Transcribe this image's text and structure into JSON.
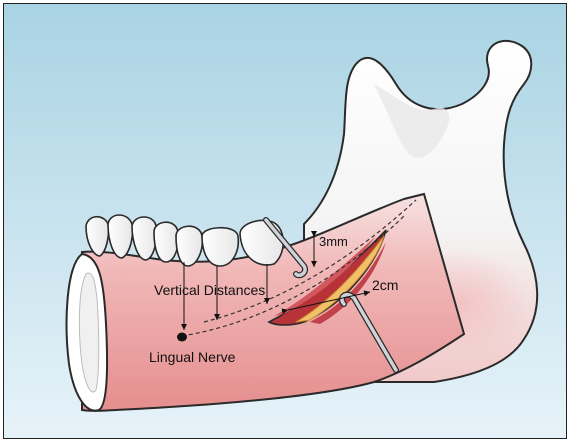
{
  "figure": {
    "labels": {
      "vertical_distances": "Vertical Distances",
      "lingual_nerve": "Lingual Nerve",
      "depth": "3mm",
      "length": "2cm"
    }
  }
}
